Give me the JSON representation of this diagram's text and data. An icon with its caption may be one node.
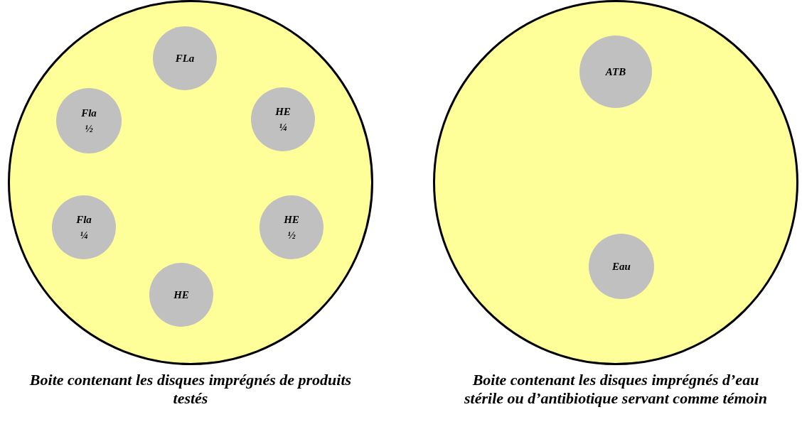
{
  "diagram": {
    "nodes": [
      {
        "text": [],
        "shape": "circle",
        "beside": [
          "Boite contenant les disques imprégnés de produits testés"
        ]
      },
      {
        "text": [
          "FLa"
        ],
        "in": 0
      },
      {
        "text": [
          "Fla ½"
        ],
        "in": 0
      },
      {
        "text": [
          "HE ¼"
        ],
        "in": 0
      },
      {
        "text": [
          "Fla ¼"
        ],
        "in": 0
      },
      {
        "text": [
          "HE ½"
        ],
        "in": 0
      },
      {
        "text": [
          "HE"
        ],
        "in": 0
      },
      {
        "text": [],
        "shape": "circle",
        "beside": [
          "Boite contenant les disques imprégnés d’eau stérile ou d’antibiotique servant comme témoin"
        ]
      },
      {
        "text": [
          "ATB"
        ],
        "in": 7
      },
      {
        "text": [
          "Eau"
        ],
        "in": 7
      }
    ],
    "edges": []
  }
}
